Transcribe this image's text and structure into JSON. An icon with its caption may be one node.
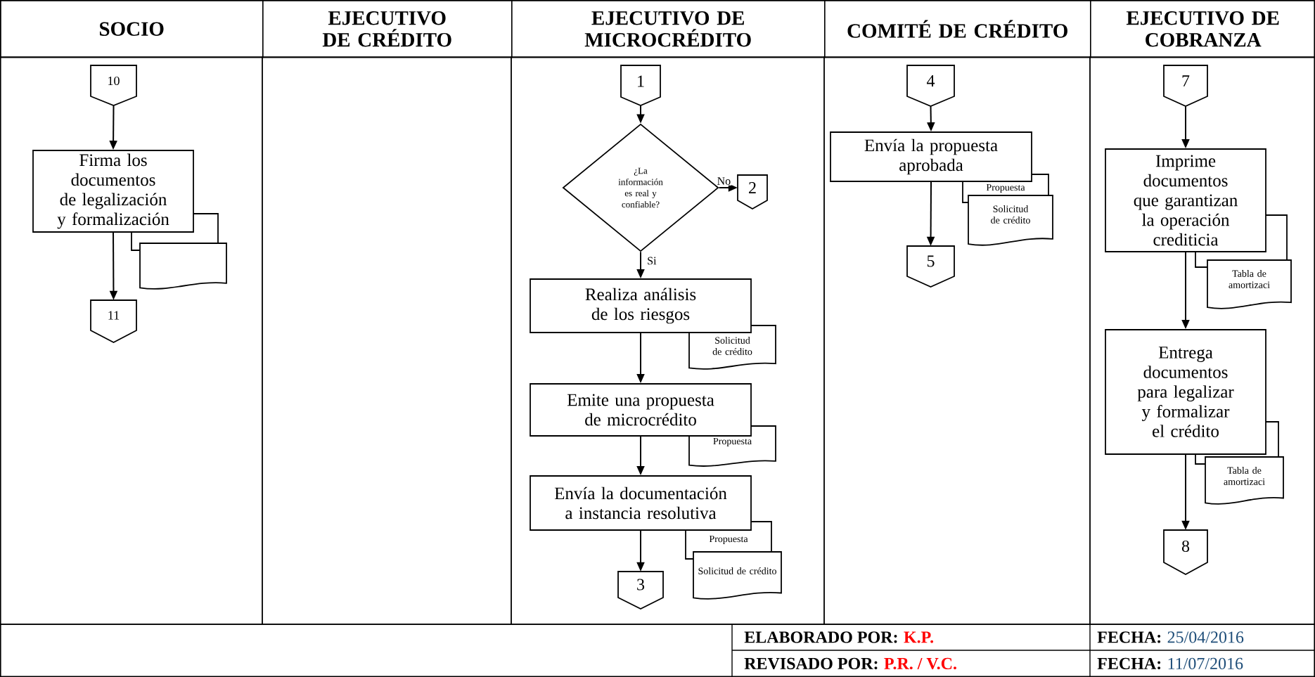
{
  "diagram": {
    "nodes": [
      {
        "text": [
          "SOCIO"
        ]
      },
      {
        "text": [
          "EJECUTIVO DE CRÉDITO"
        ]
      },
      {
        "text": [
          "EJECUTIVO DE MICROCRÉDITO"
        ]
      },
      {
        "text": [
          "COMITÉ DE CRÉDITO"
        ]
      },
      {
        "text": [
          "EJECUTIVO DE COBRANZA"
        ]
      },
      {
        "text": [
          "10"
        ],
        "in": 0
      },
      {
        "text": [
          "Firma los documentos de legalización y formalización"
        ],
        "in": 0
      },
      {
        "text": [],
        "shape": "document",
        "in": 0
      },
      {
        "text": [],
        "shape": "document",
        "in": 0
      },
      {
        "text": [
          "11"
        ],
        "in": 0
      },
      {
        "text": [
          "1"
        ],
        "in": 2
      },
      {
        "text": [
          "¿La información es real y confiable?"
        ],
        "in": 2
      },
      {
        "text": [
          "2"
        ],
        "in": 2
      },
      {
        "text": [
          "Realiza análisis de los riesgos"
        ],
        "in": 2
      },
      {
        "text": [
          "Solicitud de crédito"
        ],
        "in": 2
      },
      {
        "text": [
          "Emite una propuesta de microcrédito"
        ],
        "in": 2
      },
      {
        "text": [
          "Propuesta"
        ],
        "in": 2
      },
      {
        "text": [
          "Envía la documentación a instancia resolutiva"
        ],
        "in": 2
      },
      {
        "text": [
          "Propuesta"
        ],
        "in": 2
      },
      {
        "text": [
          "Solicitud de crédito"
        ],
        "in": 2
      },
      {
        "text": [
          "3"
        ],
        "in": 2
      },
      {
        "text": [
          "4"
        ],
        "in": 3
      },
      {
        "text": [
          "Envía la propuesta aprobada"
        ],
        "in": 3
      },
      {
        "text": [
          "Propuesta"
        ],
        "in": 3
      },
      {
        "text": [
          "Solicitud de crédito"
        ],
        "in": 3
      },
      {
        "text": [
          "5"
        ],
        "in": 3
      },
      {
        "text": [
          "7"
        ],
        "in": 4
      },
      {
        "text": [
          "Imprime documentos que garantizan la operación crediticia"
        ],
        "in": 4
      },
      {
        "text": [],
        "shape": "document",
        "in": 4
      },
      {
        "text": [
          "Tabla de amortizaci"
        ],
        "in": 4
      },
      {
        "text": [
          "Entrega documentos para legalizar y formalizar el crédito"
        ],
        "in": 4
      },
      {
        "text": [],
        "shape": "document",
        "in": 4
      },
      {
        "text": [
          "Tabla de amortizaci"
        ],
        "in": 4
      },
      {
        "text": [
          "8"
        ],
        "in": 4
      }
    ],
    "edges": [
      {
        "from": 5,
        "to": 6,
        "arrow": "to"
      },
      {
        "from": 6,
        "to": 9,
        "arrow": "to"
      },
      {
        "from": 10,
        "to": 11,
        "arrow": "to"
      },
      {
        "from": 11,
        "to": 12,
        "arrow": "to",
        "label": "No"
      },
      {
        "from": 11,
        "to": 13,
        "arrow": "to",
        "label": "Si"
      },
      {
        "from": 13,
        "to": 15,
        "arrow": "to"
      },
      {
        "from": 15,
        "to": 17,
        "arrow": "to"
      },
      {
        "from": 17,
        "to": 20,
        "arrow": "to"
      },
      {
        "from": 21,
        "to": 22,
        "arrow": "to"
      },
      {
        "from": 22,
        "to": 25,
        "arrow": "to"
      },
      {
        "from": 26,
        "to": 27,
        "arrow": "to"
      },
      {
        "from": 27,
        "to": 30,
        "arrow": "to"
      },
      {
        "from": 30,
        "to": 33,
        "arrow": "to"
      }
    ],
    "labels": [
      "ELABORADO POR:",
      "K.P.",
      "FECHA:",
      "25/04/2016",
      "REVISADO POR:",
      "P.R. / V.C.",
      "FECHA:",
      "11/07/2016"
    ]
  }
}
